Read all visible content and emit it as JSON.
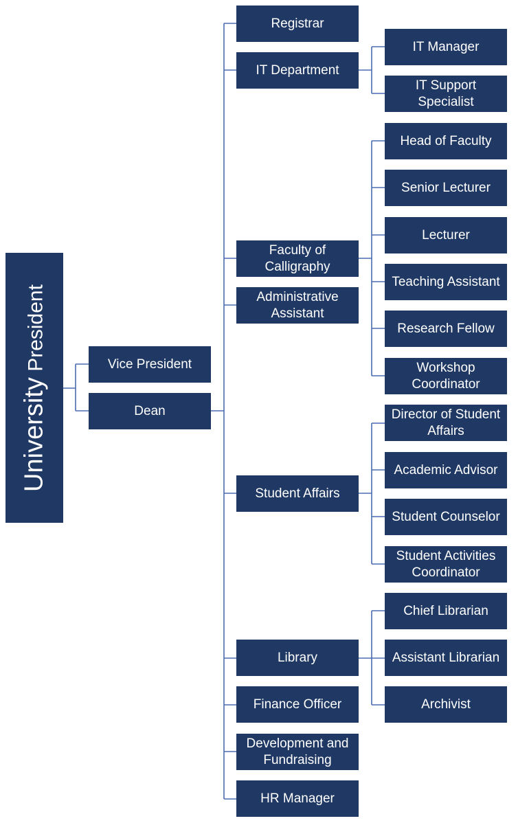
{
  "root": {
    "word1": "University",
    "word2": "President"
  },
  "level1": [
    {
      "label": "Vice President"
    },
    {
      "label": "Dean"
    }
  ],
  "dean_units": [
    {
      "label": "Registrar"
    },
    {
      "label": "IT Department"
    },
    {
      "label": "Faculty of\nCalligraphy"
    },
    {
      "label": "Administrative\nAssistant"
    },
    {
      "label": "Student Affairs"
    },
    {
      "label": "Library"
    },
    {
      "label": "Finance Officer"
    },
    {
      "label": "Development and\nFundraising"
    },
    {
      "label": "HR Manager"
    }
  ],
  "it_department": [
    {
      "label": "IT Manager"
    },
    {
      "label": "IT Support\nSpecialist"
    }
  ],
  "faculty_of_calligraphy": [
    {
      "label": "Head of Faculty"
    },
    {
      "label": "Senior Lecturer"
    },
    {
      "label": "Lecturer"
    },
    {
      "label": "Teaching Assistant"
    },
    {
      "label": "Research Fellow"
    },
    {
      "label": "Workshop\nCoordinator"
    }
  ],
  "student_affairs": [
    {
      "label": "Director of Student\nAffairs"
    },
    {
      "label": "Academic Advisor"
    },
    {
      "label": "Student Counselor"
    },
    {
      "label": "Student Activities\nCoordinator"
    }
  ],
  "library": [
    {
      "label": "Chief Librarian"
    },
    {
      "label": "Assistant Librarian"
    },
    {
      "label": "Archivist"
    }
  ]
}
